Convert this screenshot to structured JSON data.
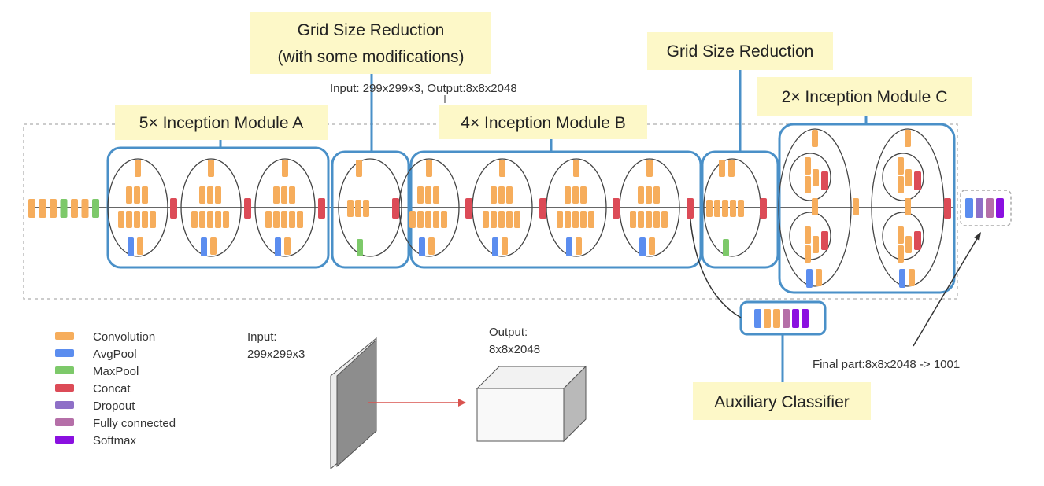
{
  "callouts": {
    "grid_reduction_1": [
      "Grid Size Reduction",
      "(with some modifications)"
    ],
    "grid_reduction_2": "Grid Size Reduction",
    "module_a": "5× Inception Module A",
    "module_b": "4× Inception Module B",
    "module_c": "2× Inception Module C",
    "aux": "Auxiliary Classifier"
  },
  "io_note": "Input: 299x299x3, Output:8x8x2048",
  "final_note": "Final part:8x8x2048 -> 1001",
  "input_label": [
    "Input:",
    "299x299x3"
  ],
  "output_label": [
    "Output:",
    "8x8x2048"
  ],
  "colors": {
    "conv": "#f6ad5c",
    "avgpool": "#5b8def",
    "maxpool": "#7dc96a",
    "concat": "#dc4b57",
    "dropout": "#8e6fc7",
    "fc": "#b56fa8",
    "softmax": "#8a10e0",
    "module_border": "#4a90c8",
    "callout_bg": "#fdf8c8"
  },
  "legend": [
    {
      "label": "Convolution",
      "color": "#f6ad5c"
    },
    {
      "label": "AvgPool",
      "color": "#5b8def"
    },
    {
      "label": "MaxPool",
      "color": "#7dc96a"
    },
    {
      "label": "Concat",
      "color": "#dc4b57"
    },
    {
      "label": "Dropout",
      "color": "#8e6fc7"
    },
    {
      "label": "Fully connected",
      "color": "#b56fa8"
    },
    {
      "label": "Softmax",
      "color": "#8a10e0"
    }
  ]
}
